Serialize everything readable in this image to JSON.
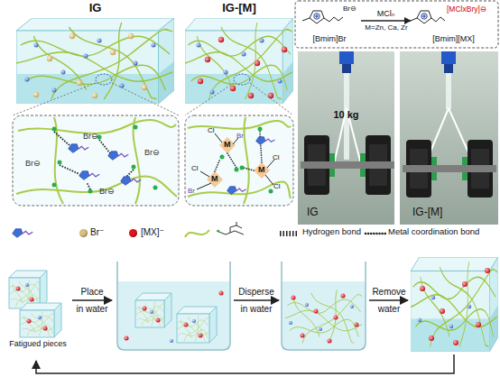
{
  "diagram": {
    "nodes": [
      {
        "text": [
          "IG"
        ]
      },
      {
        "text": [
          "IG-[M]"
        ]
      },
      {
        "text": [
          "Br⊖",
          "[Bmim]Br"
        ]
      },
      {
        "text": [
          "[MClxBry]⊖",
          "[Bmim][MX]"
        ]
      },
      {
        "text": [
          "10 kg",
          "IG"
        ]
      },
      {
        "text": [
          "IG-[M]"
        ]
      },
      {
        "text": [
          "Fatigued pieces"
        ]
      }
    ],
    "edges": [
      {
        "from": 2,
        "to": 3,
        "arrow": "to",
        "label": "MClₙ"
      }
    ],
    "labels": [
      "M=Zn, Ca, Zr",
      "Br⊖",
      "Br⊖",
      "Br⊖",
      "Br⊖",
      "Cl",
      "Br",
      "M",
      "Cl",
      "M",
      "Br",
      "M",
      "Cl",
      "Cl",
      "Place",
      "in water",
      "Disperse",
      "in water",
      "Remove",
      "water"
    ],
    "legend": [
      {
        "text": "Br⁻",
        "color": "#d9c07e"
      },
      {
        "text": "[MX]⁻",
        "color": "#e0141c"
      },
      {
        "text": "Hydrogen bond"
      },
      {
        "text": "Metal coordination bond"
      }
    ]
  }
}
